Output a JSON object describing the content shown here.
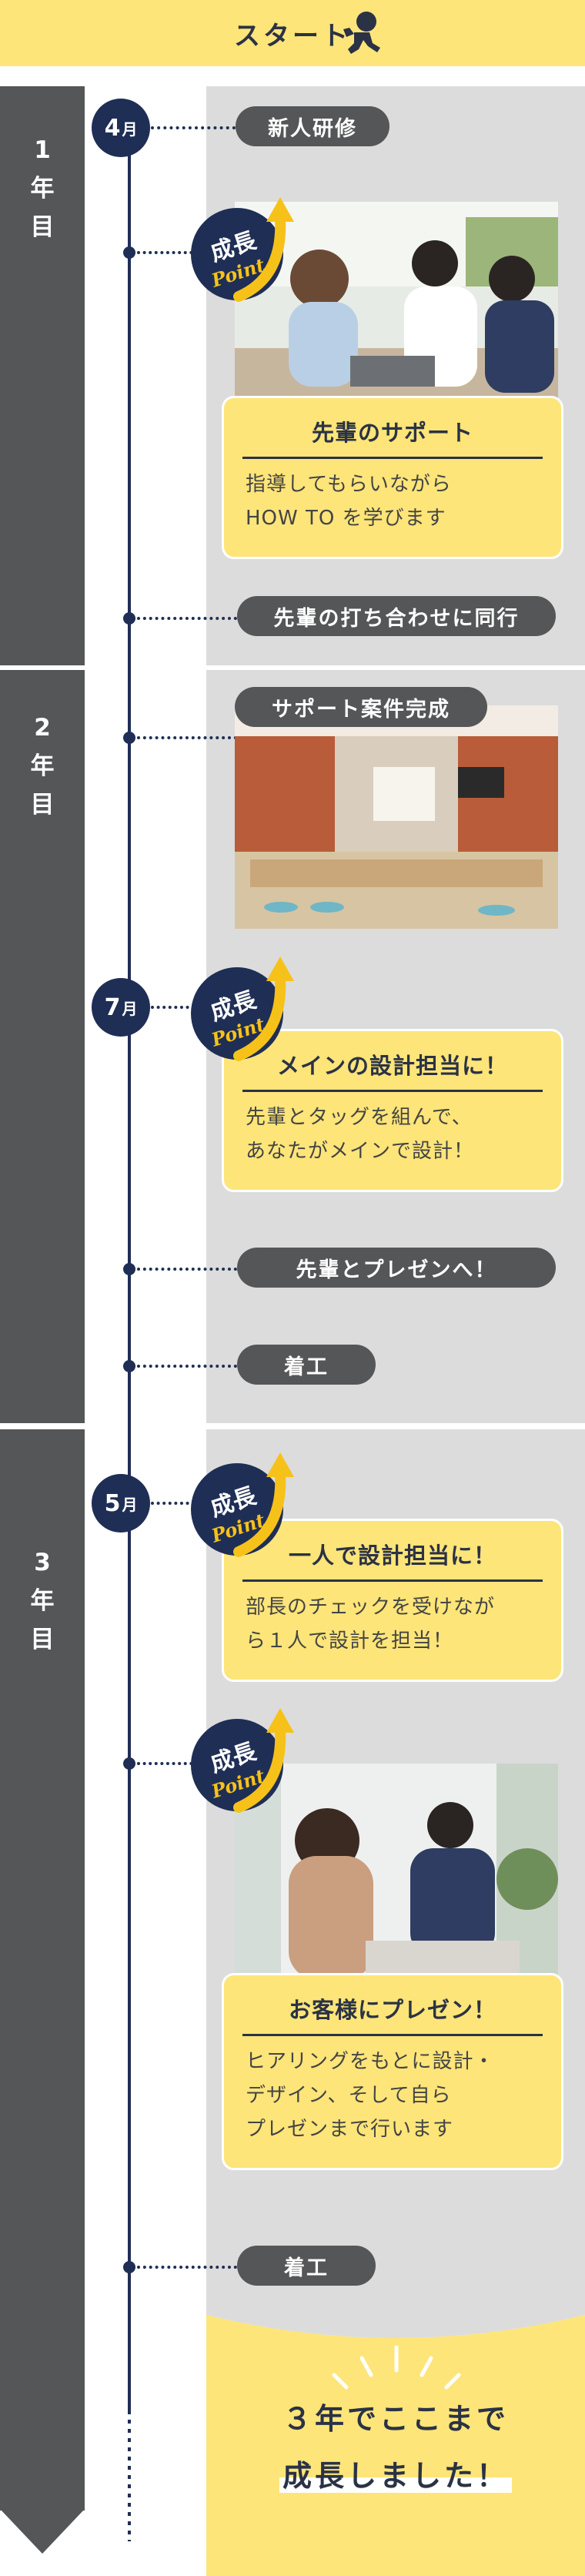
{
  "header": {
    "start_label": "スタート"
  },
  "years": [
    {
      "label_lines": [
        "1",
        "年",
        "目"
      ]
    },
    {
      "label_lines": [
        "2",
        "年",
        "目"
      ]
    },
    {
      "label_lines": [
        "3",
        "年",
        "目"
      ]
    }
  ],
  "months": [
    {
      "num": "4",
      "unit": "月"
    },
    {
      "num": "7",
      "unit": "月"
    },
    {
      "num": "5",
      "unit": "月"
    }
  ],
  "milestones": {
    "training": "新人研修",
    "accompany": "先輩の打ち合わせに同行",
    "support_done": "サポート案件完成",
    "presentation": "先輩とプレゼンへ！",
    "construction1": "着工",
    "construction2": "着工"
  },
  "badge": {
    "line1": "成長",
    "line2": "Point"
  },
  "cards": [
    {
      "title": "先輩のサポート",
      "body": [
        "指導してもらいながら",
        "HOW TO を学びます"
      ]
    },
    {
      "title": "メインの設計担当に！",
      "body": [
        "先輩とタッグを組んで、",
        "あなたがメインで設計！"
      ]
    },
    {
      "title": "一人で設計担当に！",
      "body": [
        "部長のチェックを受けなが",
        "ら１人で設計を担当！"
      ]
    },
    {
      "title": "お客様にプレゼン！",
      "body": [
        "ヒアリングをもとに設計・",
        "デザイン、そして自ら",
        "プレゼンまで行います"
      ]
    }
  ],
  "final": {
    "line1": "３年でここまで",
    "line2": "成長しました！"
  },
  "colors": {
    "navy": "#1f2e55",
    "yellow": "#fde579",
    "gray_bar": "#555657",
    "panel": "#dcdcdc"
  }
}
